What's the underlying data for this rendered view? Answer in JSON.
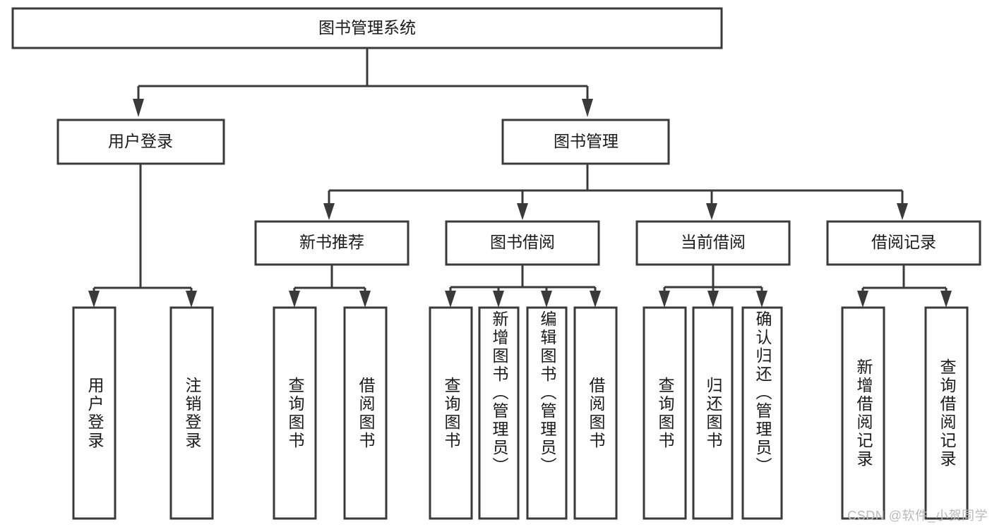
{
  "diagram": {
    "title": "图书管理系统",
    "type": "hierarchy-tree",
    "root": {
      "id": "root",
      "label": "图书管理系统",
      "orientation": "horizontal"
    },
    "level2": [
      {
        "id": "user-login",
        "label": "用户登录",
        "orientation": "horizontal"
      },
      {
        "id": "book-management",
        "label": "图书管理",
        "orientation": "horizontal"
      }
    ],
    "level3": [
      {
        "id": "new-book-recommend",
        "label": "新书推荐",
        "orientation": "horizontal",
        "parent": "book-management"
      },
      {
        "id": "book-borrow",
        "label": "图书借阅",
        "orientation": "horizontal",
        "parent": "book-management"
      },
      {
        "id": "current-borrow",
        "label": "当前借阅",
        "orientation": "horizontal",
        "parent": "book-management"
      },
      {
        "id": "borrow-record",
        "label": "借阅记录",
        "orientation": "horizontal",
        "parent": "book-management"
      }
    ],
    "leaves": [
      {
        "id": "leaf-user-login",
        "label": "用户登录",
        "parent": "user-login",
        "orientation": "vertical"
      },
      {
        "id": "leaf-logout",
        "label": "注销登录",
        "parent": "user-login",
        "orientation": "vertical"
      },
      {
        "id": "leaf-query-book-1",
        "label": "查询图书",
        "parent": "new-book-recommend",
        "orientation": "vertical"
      },
      {
        "id": "leaf-borrow-book-1",
        "label": "借阅图书",
        "parent": "new-book-recommend",
        "orientation": "vertical"
      },
      {
        "id": "leaf-query-book-2",
        "label": "查询图书",
        "parent": "book-borrow",
        "orientation": "vertical"
      },
      {
        "id": "leaf-add-book",
        "label": "新增图书（管理员）",
        "parent": "book-borrow",
        "orientation": "vertical"
      },
      {
        "id": "leaf-edit-book",
        "label": "编辑图书（管理员）",
        "parent": "book-borrow",
        "orientation": "vertical"
      },
      {
        "id": "leaf-borrow-book-2",
        "label": "借阅图书",
        "parent": "book-borrow",
        "orientation": "vertical"
      },
      {
        "id": "leaf-query-book-3",
        "label": "查询图书",
        "parent": "current-borrow",
        "orientation": "vertical"
      },
      {
        "id": "leaf-return-book",
        "label": "归还图书",
        "parent": "current-borrow",
        "orientation": "vertical"
      },
      {
        "id": "leaf-confirm-return",
        "label": "确认归还（管理员）",
        "parent": "current-borrow",
        "orientation": "vertical"
      },
      {
        "id": "leaf-add-record",
        "label": "新增借阅记录",
        "parent": "borrow-record",
        "orientation": "vertical"
      },
      {
        "id": "leaf-query-record",
        "label": "查询借阅记录",
        "parent": "borrow-record",
        "orientation": "vertical"
      }
    ],
    "watermark": "CSDN @软件_小贺同学",
    "colors": {
      "stroke": "#3a3a3a",
      "fill": "#ffffff",
      "text": "#1a1a1a",
      "watermark": "#b9b9b9"
    }
  }
}
